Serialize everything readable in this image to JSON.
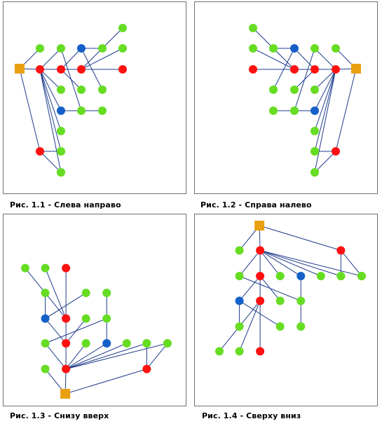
{
  "colors": {
    "edge": "#1f3c8c",
    "root": "#e8a010",
    "red": "#ff1010",
    "blue": "#1560c8",
    "green": "#66dd22"
  },
  "figures": [
    {
      "caption": "Рис. 1.1 - Слева направо",
      "edges": [
        [
          0,
          1
        ],
        [
          0,
          2
        ],
        [
          0,
          3
        ],
        [
          1,
          4
        ],
        [
          1,
          5
        ],
        [
          1,
          6
        ],
        [
          1,
          7
        ],
        [
          1,
          8
        ],
        [
          1,
          9
        ],
        [
          1,
          10
        ],
        [
          4,
          11
        ],
        [
          4,
          12
        ],
        [
          4,
          13
        ],
        [
          11,
          14
        ],
        [
          11,
          15
        ],
        [
          11,
          16
        ],
        [
          12,
          17
        ],
        [
          12,
          18
        ],
        [
          3,
          19
        ],
        [
          3,
          20
        ],
        [
          5,
          21
        ],
        [
          7,
          22
        ]
      ],
      "nodes": [
        {
          "kind": "root"
        },
        {
          "kind": "red"
        },
        {
          "kind": "green"
        },
        {
          "kind": "red"
        },
        {
          "kind": "red"
        },
        {
          "kind": "green"
        },
        {
          "kind": "green"
        },
        {
          "kind": "blue"
        },
        {
          "kind": "green"
        },
        {
          "kind": "green"
        },
        {
          "kind": "green"
        },
        {
          "kind": "red"
        },
        {
          "kind": "blue"
        },
        {
          "kind": "green"
        },
        {
          "kind": "red"
        },
        {
          "kind": "green"
        },
        {
          "kind": "green"
        },
        {
          "kind": "green"
        },
        {
          "kind": "green"
        },
        {
          "kind": "green"
        },
        {
          "kind": "green"
        },
        {
          "kind": "green"
        },
        {
          "kind": "green"
        }
      ]
    },
    {
      "caption": "Рис. 1.2 - Справа налево",
      "edges": [
        [
          0,
          1
        ],
        [
          0,
          2
        ],
        [
          0,
          3
        ],
        [
          1,
          4
        ],
        [
          1,
          5
        ],
        [
          1,
          6
        ],
        [
          1,
          7
        ],
        [
          1,
          8
        ],
        [
          1,
          9
        ],
        [
          1,
          10
        ],
        [
          4,
          11
        ],
        [
          4,
          12
        ],
        [
          4,
          13
        ],
        [
          11,
          14
        ],
        [
          11,
          15
        ],
        [
          11,
          16
        ],
        [
          12,
          17
        ],
        [
          12,
          18
        ],
        [
          3,
          19
        ],
        [
          3,
          20
        ],
        [
          5,
          21
        ],
        [
          7,
          22
        ]
      ],
      "nodes": [
        {
          "kind": "root"
        },
        {
          "kind": "red"
        },
        {
          "kind": "green"
        },
        {
          "kind": "red"
        },
        {
          "kind": "red"
        },
        {
          "kind": "green"
        },
        {
          "kind": "green"
        },
        {
          "kind": "blue"
        },
        {
          "kind": "green"
        },
        {
          "kind": "green"
        },
        {
          "kind": "green"
        },
        {
          "kind": "red"
        },
        {
          "kind": "blue"
        },
        {
          "kind": "green"
        },
        {
          "kind": "red"
        },
        {
          "kind": "green"
        },
        {
          "kind": "green"
        },
        {
          "kind": "green"
        },
        {
          "kind": "green"
        },
        {
          "kind": "green"
        },
        {
          "kind": "green"
        },
        {
          "kind": "green"
        },
        {
          "kind": "green"
        }
      ]
    },
    {
      "caption": "Рис. 1.3 - Снизу вверх",
      "edges": [
        [
          0,
          1
        ],
        [
          0,
          2
        ],
        [
          0,
          3
        ],
        [
          1,
          4
        ],
        [
          1,
          5
        ],
        [
          1,
          6
        ],
        [
          1,
          7
        ],
        [
          1,
          8
        ],
        [
          1,
          9
        ],
        [
          1,
          10
        ],
        [
          4,
          11
        ],
        [
          4,
          12
        ],
        [
          4,
          13
        ],
        [
          11,
          14
        ],
        [
          11,
          15
        ],
        [
          11,
          16
        ],
        [
          12,
          17
        ],
        [
          12,
          18
        ],
        [
          3,
          19
        ],
        [
          3,
          20
        ],
        [
          5,
          21
        ],
        [
          7,
          22
        ]
      ],
      "nodes": [
        {
          "kind": "root"
        },
        {
          "kind": "red"
        },
        {
          "kind": "green"
        },
        {
          "kind": "red"
        },
        {
          "kind": "red"
        },
        {
          "kind": "green"
        },
        {
          "kind": "green"
        },
        {
          "kind": "blue"
        },
        {
          "kind": "green"
        },
        {
          "kind": "green"
        },
        {
          "kind": "green"
        },
        {
          "kind": "red"
        },
        {
          "kind": "blue"
        },
        {
          "kind": "green"
        },
        {
          "kind": "red"
        },
        {
          "kind": "green"
        },
        {
          "kind": "green"
        },
        {
          "kind": "green"
        },
        {
          "kind": "green"
        },
        {
          "kind": "green"
        },
        {
          "kind": "green"
        },
        {
          "kind": "green"
        },
        {
          "kind": "green"
        }
      ]
    },
    {
      "caption": "Рис. 1.4 - Сверху вниз",
      "edges": [
        [
          0,
          1
        ],
        [
          0,
          2
        ],
        [
          0,
          3
        ],
        [
          1,
          4
        ],
        [
          1,
          5
        ],
        [
          1,
          6
        ],
        [
          1,
          7
        ],
        [
          1,
          8
        ],
        [
          1,
          9
        ],
        [
          1,
          10
        ],
        [
          4,
          11
        ],
        [
          4,
          12
        ],
        [
          4,
          13
        ],
        [
          11,
          14
        ],
        [
          11,
          15
        ],
        [
          11,
          16
        ],
        [
          12,
          17
        ],
        [
          12,
          18
        ],
        [
          3,
          19
        ],
        [
          3,
          20
        ],
        [
          5,
          21
        ],
        [
          7,
          22
        ]
      ],
      "nodes": [
        {
          "kind": "root"
        },
        {
          "kind": "red"
        },
        {
          "kind": "green"
        },
        {
          "kind": "red"
        },
        {
          "kind": "red"
        },
        {
          "kind": "green"
        },
        {
          "kind": "green"
        },
        {
          "kind": "blue"
        },
        {
          "kind": "green"
        },
        {
          "kind": "green"
        },
        {
          "kind": "green"
        },
        {
          "kind": "red"
        },
        {
          "kind": "blue"
        },
        {
          "kind": "green"
        },
        {
          "kind": "red"
        },
        {
          "kind": "green"
        },
        {
          "kind": "green"
        },
        {
          "kind": "green"
        },
        {
          "kind": "green"
        },
        {
          "kind": "green"
        },
        {
          "kind": "green"
        },
        {
          "kind": "green"
        },
        {
          "kind": "green"
        }
      ]
    }
  ]
}
